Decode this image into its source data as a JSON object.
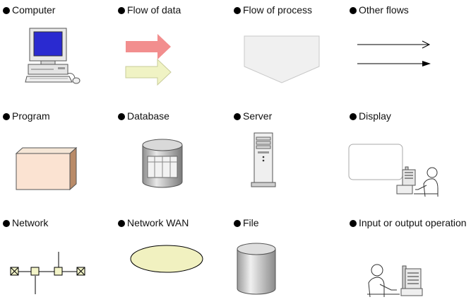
{
  "legend": {
    "computer": "Computer",
    "flow_of_data": "Flow of data",
    "flow_of_process": "Flow of process",
    "other_flows": "Other flows",
    "program": "Program",
    "database": "Database",
    "server": "Server",
    "display": "Display",
    "network": "Network",
    "network_wan": "Network WAN",
    "file": "File",
    "io_operation": "Input or output operation"
  }
}
